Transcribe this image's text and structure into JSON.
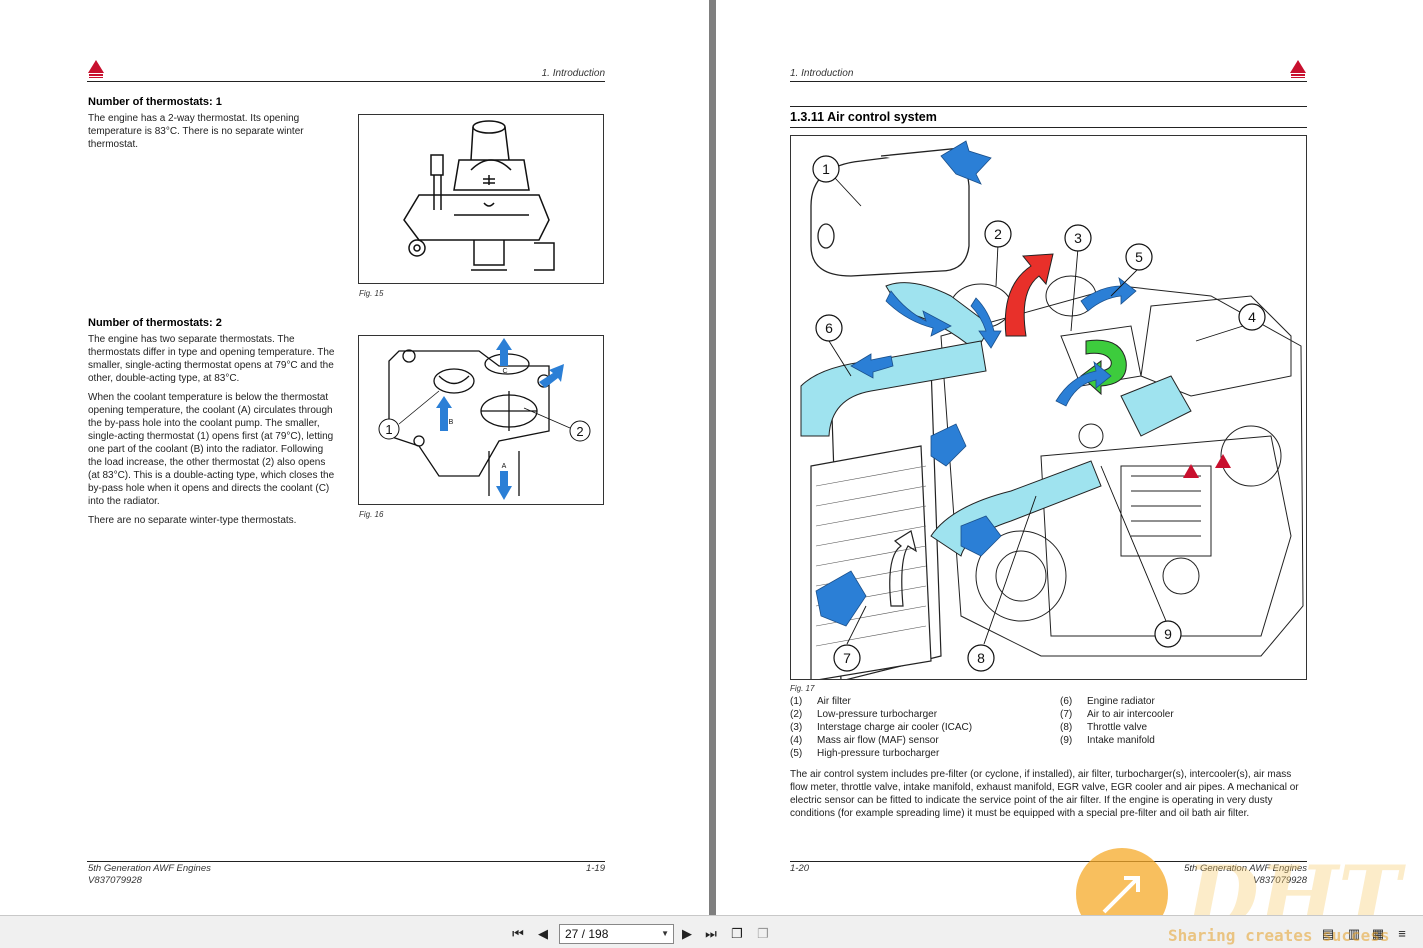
{
  "left_page": {
    "header_section": "1. Introduction",
    "block1": {
      "title": "Number of thermostats: 1",
      "text": "The engine has a 2-way thermostat. Its opening temperature is 83°C. There is no separate winter thermostat.",
      "fig_caption": "Fig. 15"
    },
    "block2": {
      "title": "Number of thermostats: 2",
      "p1": "The engine has two separate thermostats. The thermostats differ in type and opening temperature. The smaller, single-acting thermostat opens at 79°C and the other, double-acting type, at 83°C.",
      "p2": "When the coolant temperature is below the thermostat opening temperature, the coolant (A) circulates through the by-pass hole into the coolant pump. The smaller, single-acting thermostat (1) opens first (at 79°C), letting one part of the coolant (B) into the radiator. Following the load increase, the other thermostat (2) also opens (at 83°C). This is a double-acting type, which closes the by-pass hole when it opens and directs the coolant (C) into the radiator.",
      "p3": "There are no separate winter-type thermostats.",
      "fig_caption": "Fig. 16",
      "callouts": [
        "1",
        "2"
      ],
      "letters": [
        "A",
        "B",
        "C"
      ]
    },
    "footer_title": "5th Generation AWF Engines",
    "footer_code": "V837079928",
    "page_number": "1-19"
  },
  "right_page": {
    "header_section": "1. Introduction",
    "section_title": "1.3.11  Air control system",
    "fig_caption": "Fig. 17",
    "callouts": [
      "1",
      "2",
      "3",
      "4",
      "5",
      "6",
      "7",
      "8",
      "9"
    ],
    "legend_left": [
      {
        "num": "(1)",
        "label": "Air filter"
      },
      {
        "num": "(2)",
        "label": "Low-pressure turbocharger"
      },
      {
        "num": "(3)",
        "label": "Interstage charge air cooler (ICAC)"
      },
      {
        "num": "(4)",
        "label": "Mass air flow (MAF) sensor"
      },
      {
        "num": "(5)",
        "label": "High-pressure turbocharger"
      }
    ],
    "legend_right": [
      {
        "num": "(6)",
        "label": "Engine radiator"
      },
      {
        "num": "(7)",
        "label": "Air to air intercooler"
      },
      {
        "num": "(8)",
        "label": "Throttle valve"
      },
      {
        "num": "(9)",
        "label": "Intake manifold"
      }
    ],
    "body_text": "The air control system includes pre-filter (or cyclone, if installed), air filter, turbocharger(s), intercooler(s), air mass flow meter, throttle valve, intake manifold, exhaust manifold, EGR valve, EGR cooler and air pipes. A mechanical or electric sensor can be fitted to indicate the service point of the air filter. If the engine is operating in very dusty conditions (for example spreading lime) it must be equipped with a special pre-filter and oil bath air filter.",
    "footer_title": "5th Generation AWF Engines",
    "footer_code": "V837079928",
    "page_number": "1-20"
  },
  "toolbar": {
    "page_indicator": "27 / 198",
    "icons": [
      "first-page-icon",
      "prev-page-icon",
      "next-page-icon",
      "last-page-icon",
      "copy-icon",
      "paste-icon"
    ]
  },
  "watermark": {
    "logo_text": "DHT",
    "tagline": "Sharing creates success"
  },
  "colors": {
    "flow_blue": "#2b7fd6",
    "light_blue": "#9fe3ef",
    "hot_red": "#e8302a",
    "cool_green": "#3dcc3d",
    "brand_red": "#c8102e"
  }
}
